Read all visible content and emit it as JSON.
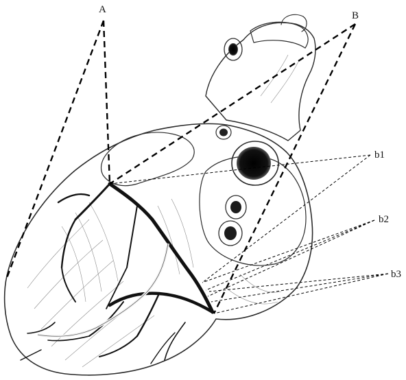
{
  "labels": {
    "A": "A",
    "B": "B",
    "b1": "b1",
    "b2": "b2",
    "b3": "b3"
  },
  "colors": {
    "ink": "#111111",
    "shade": "#d9d9d9",
    "vessel_lumen": "#0d0d0d"
  }
}
